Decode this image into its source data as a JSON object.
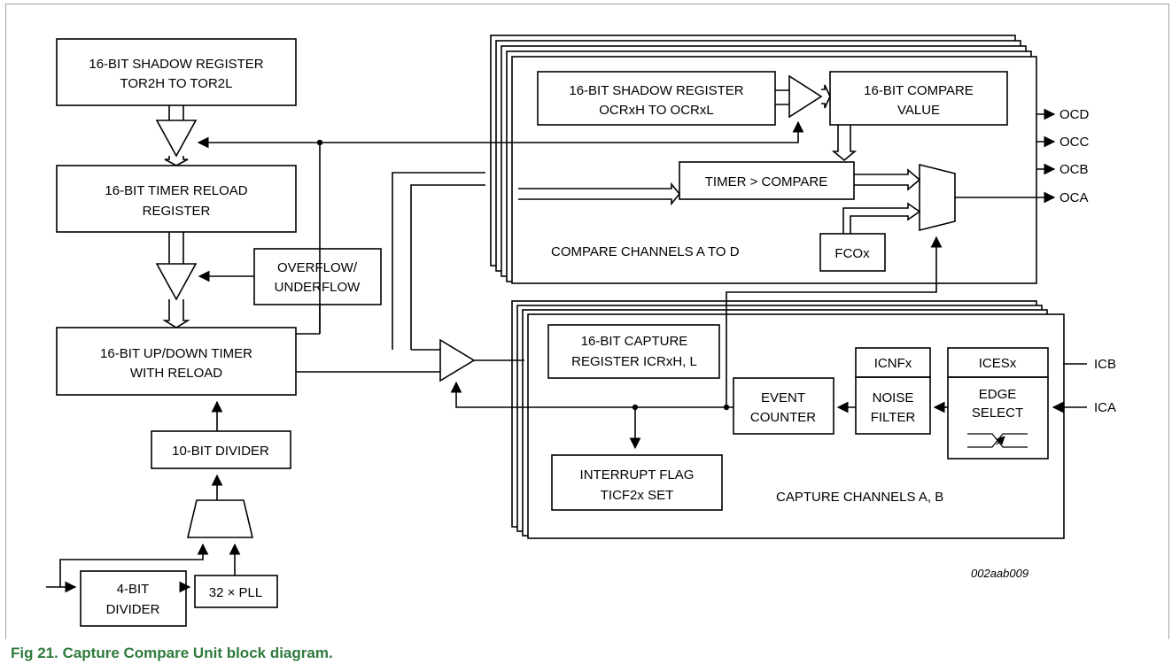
{
  "figure": {
    "caption": "Fig 21.  Capture Compare Unit block diagram.",
    "id_code": "002aab009"
  },
  "blocks": {
    "shadow_tor": [
      "16-BIT SHADOW REGISTER",
      "TOR2H TO TOR2L"
    ],
    "timer_reload": [
      "16-BIT TIMER RELOAD",
      "REGISTER"
    ],
    "overflow": [
      "OVERFLOW/",
      "UNDERFLOW"
    ],
    "updown_timer": [
      "16-BIT UP/DOWN TIMER",
      "WITH RELOAD"
    ],
    "divider10": [
      "10-BIT DIVIDER"
    ],
    "divider4": [
      "4-BIT",
      "DIVIDER"
    ],
    "pll": [
      "32 × PLL"
    ],
    "shadow_ocr": [
      "16-BIT SHADOW REGISTER",
      "OCRxH TO OCRxL"
    ],
    "compare_value": [
      "16-BIT COMPARE",
      "VALUE"
    ],
    "timer_compare": [
      "TIMER > COMPARE"
    ],
    "fcox": [
      "FCOx"
    ],
    "compare_channels": "COMPARE CHANNELS A TO D",
    "capture_register": [
      "16-BIT CAPTURE",
      "REGISTER ICRxH, L"
    ],
    "icnfx": "ICNFx",
    "icesx": "ICESx",
    "noise_filter": [
      "NOISE",
      "FILTER"
    ],
    "edge_select": [
      "EDGE",
      "SELECT"
    ],
    "event_counter": [
      "EVENT",
      "COUNTER"
    ],
    "interrupt_flag": [
      "INTERRUPT FLAG",
      "TICF2x SET"
    ],
    "capture_channels": "CAPTURE CHANNELS A, B"
  },
  "signals": {
    "outputs": [
      "OCD",
      "OCC",
      "OCB",
      "OCA"
    ],
    "inputs": [
      "ICB",
      "ICA"
    ]
  }
}
